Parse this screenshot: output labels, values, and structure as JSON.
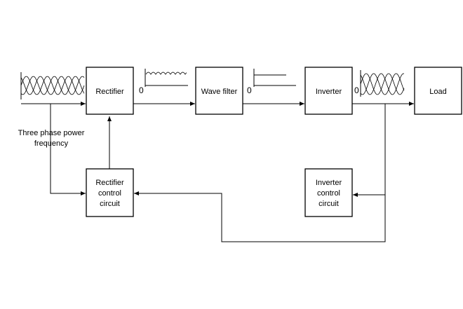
{
  "blocks": {
    "rectifier": "Rectifier",
    "wave_filter": "Wave filter",
    "inverter": "Inverter",
    "load": "Load",
    "rectifier_control": [
      "Rectifier",
      "control",
      "circuit"
    ],
    "inverter_control": [
      "Inverter",
      "control",
      "circuit"
    ]
  },
  "source_label": [
    "Three phase power",
    "frequency"
  ],
  "zero_label": "0"
}
